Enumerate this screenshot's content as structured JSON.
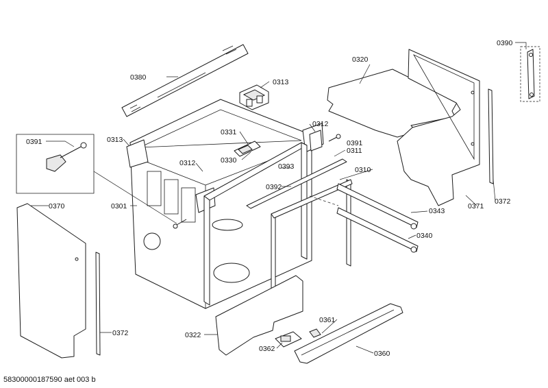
{
  "footer_text": "58300000187590 aet 003 b",
  "labels": {
    "p0380": "0380",
    "p0313a": "0313",
    "p0313b": "0313",
    "p0320": "0320",
    "p0390": "0390",
    "p0391a": "0391",
    "p0391b": "0391",
    "p0331": "0331",
    "p0330": "0330",
    "p0312a": "0312",
    "p0312b": "0312",
    "p0311": "0311",
    "p0393": "0393",
    "p0392": "0392",
    "p0310": "0310",
    "p0301": "0301",
    "p0370": "0370",
    "p0371": "0371",
    "p0372a": "0372",
    "p0372b": "0372",
    "p0343": "0343",
    "p0340": "0340",
    "p0322": "0322",
    "p0361": "0361",
    "p0362": "0362",
    "p0360": "0360"
  }
}
